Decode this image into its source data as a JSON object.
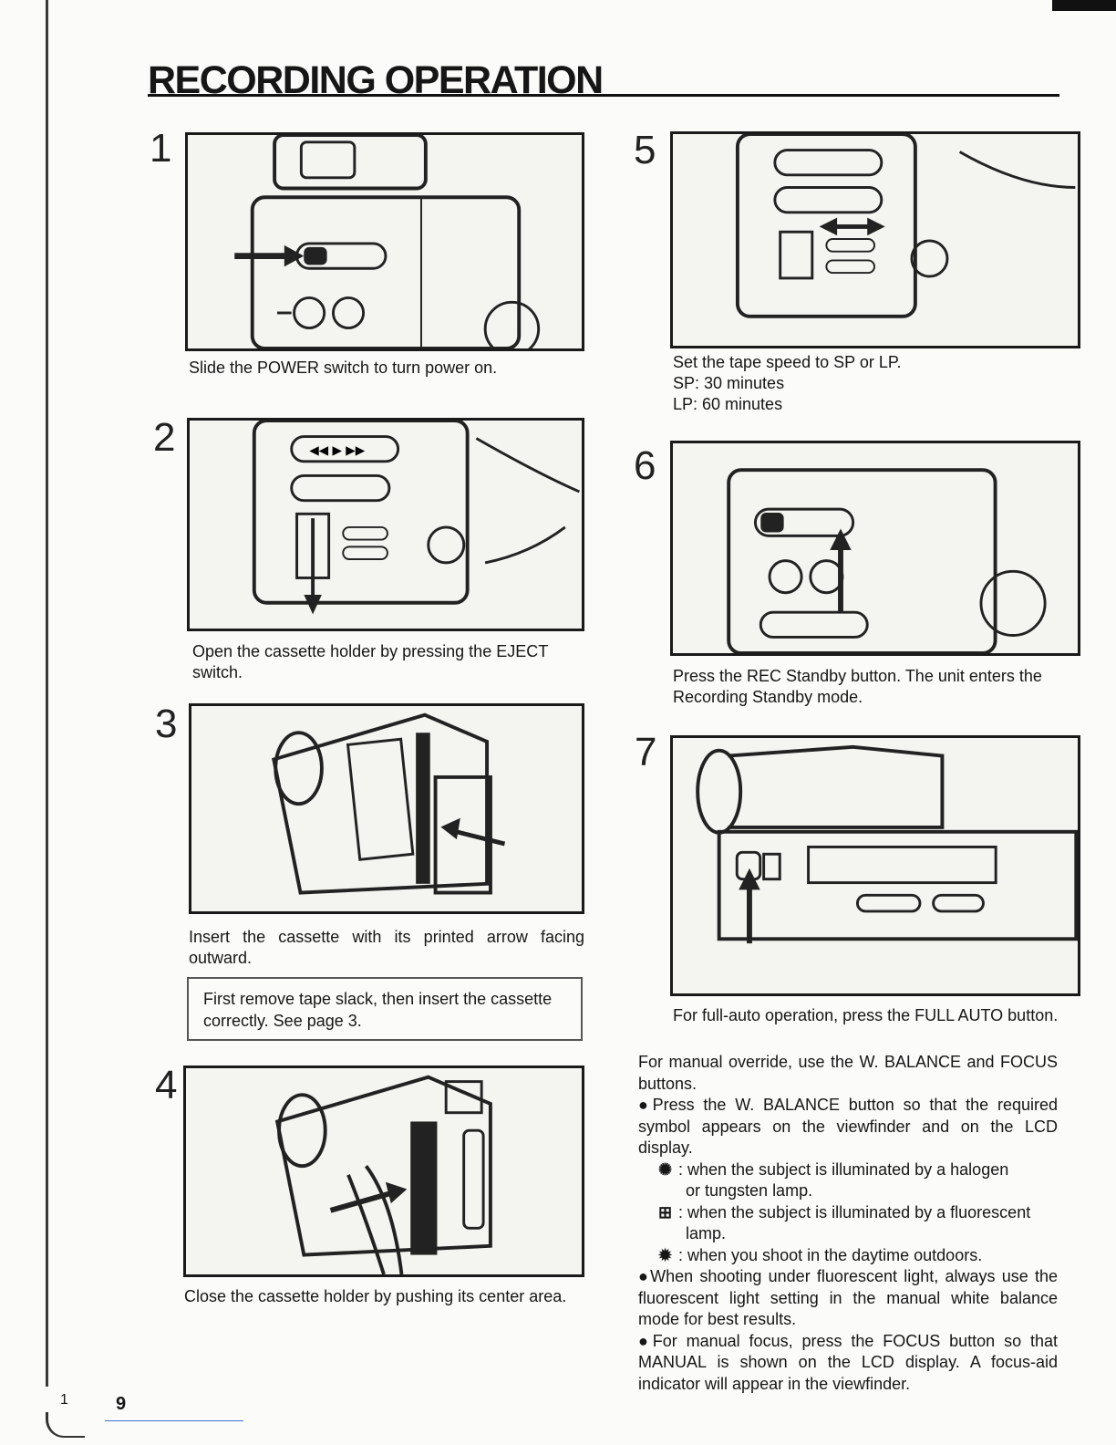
{
  "page": {
    "title": "RECORDING OPERATION",
    "page_number": "9",
    "margin_number": "1"
  },
  "steps": [
    {
      "num": "1",
      "caption": "Slide the POWER switch to turn power on."
    },
    {
      "num": "2",
      "caption": "Open the cassette holder by pressing the EJECT switch."
    },
    {
      "num": "3",
      "caption": "Insert the cassette with its printed arrow facing outward."
    },
    {
      "num": "4",
      "caption": "Close the cassette holder by pushing its center area."
    },
    {
      "num": "5",
      "caption": "Set the tape speed to SP or LP.",
      "lines": [
        "SP: 30 minutes",
        "LP: 60 minutes"
      ]
    },
    {
      "num": "6",
      "caption": "Press the REC Standby button. The unit enters the Recording Standby mode."
    },
    {
      "num": "7",
      "caption": "For full-auto operation, press the FULL AUTO button."
    }
  ],
  "note": "First remove tape slack, then insert the cassette correctly. See page 3.",
  "manual": {
    "intro": "For manual override, use the W. BALANCE and FOCUS buttons.",
    "bullet1": "●Press the W. BALANCE button so that the required symbol appears on the viewfinder and on the LCD display.",
    "symbols": [
      {
        "icon": "halogen-lamp-icon",
        "glyph": "✺",
        "text": ": when the subject is illuminated by a halogen",
        "cont": "or tungsten lamp."
      },
      {
        "icon": "fluorescent-lamp-icon",
        "glyph": "⊞",
        "text": ": when the subject is illuminated by a fluorescent",
        "cont": "lamp."
      },
      {
        "icon": "sun-icon",
        "glyph": "✹",
        "text": ": when you shoot in the daytime outdoors.",
        "cont": ""
      }
    ],
    "bullet2": "●When shooting under fluorescent light, always use the fluorescent light setting in the manual white balance mode for best results.",
    "bullet3": "●For manual focus, press the FOCUS button so that MANUAL is shown on the LCD display. A focus-aid indicator will appear in the viewfinder."
  }
}
